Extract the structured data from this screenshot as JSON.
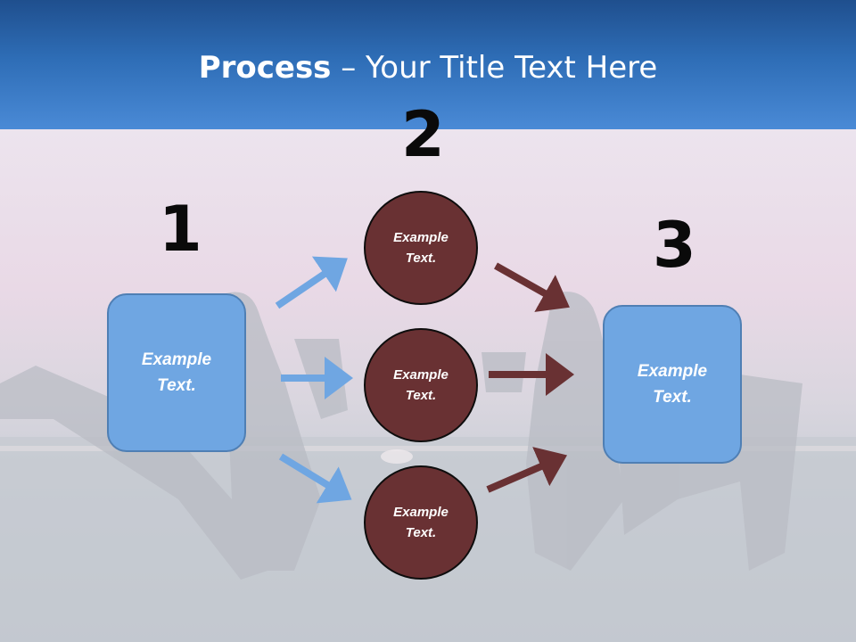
{
  "title": {
    "bold": "Process",
    "rest": " – Your Title Text Here"
  },
  "steps": {
    "one": "1",
    "two": "2",
    "three": "3"
  },
  "box_left": {
    "line1": "Example",
    "line2": "Text."
  },
  "box_right": {
    "line1": "Example",
    "line2": "Text."
  },
  "circles": [
    {
      "line1": "Example",
      "line2": "Text."
    },
    {
      "line1": "Example",
      "line2": "Text."
    },
    {
      "line1": "Example",
      "line2": "Text."
    }
  ],
  "colors": {
    "header": "#2e6db6",
    "box": "#6fa6e2",
    "circle": "#693133",
    "arrow_blue": "#6fa6e2",
    "arrow_brown": "#693133"
  }
}
